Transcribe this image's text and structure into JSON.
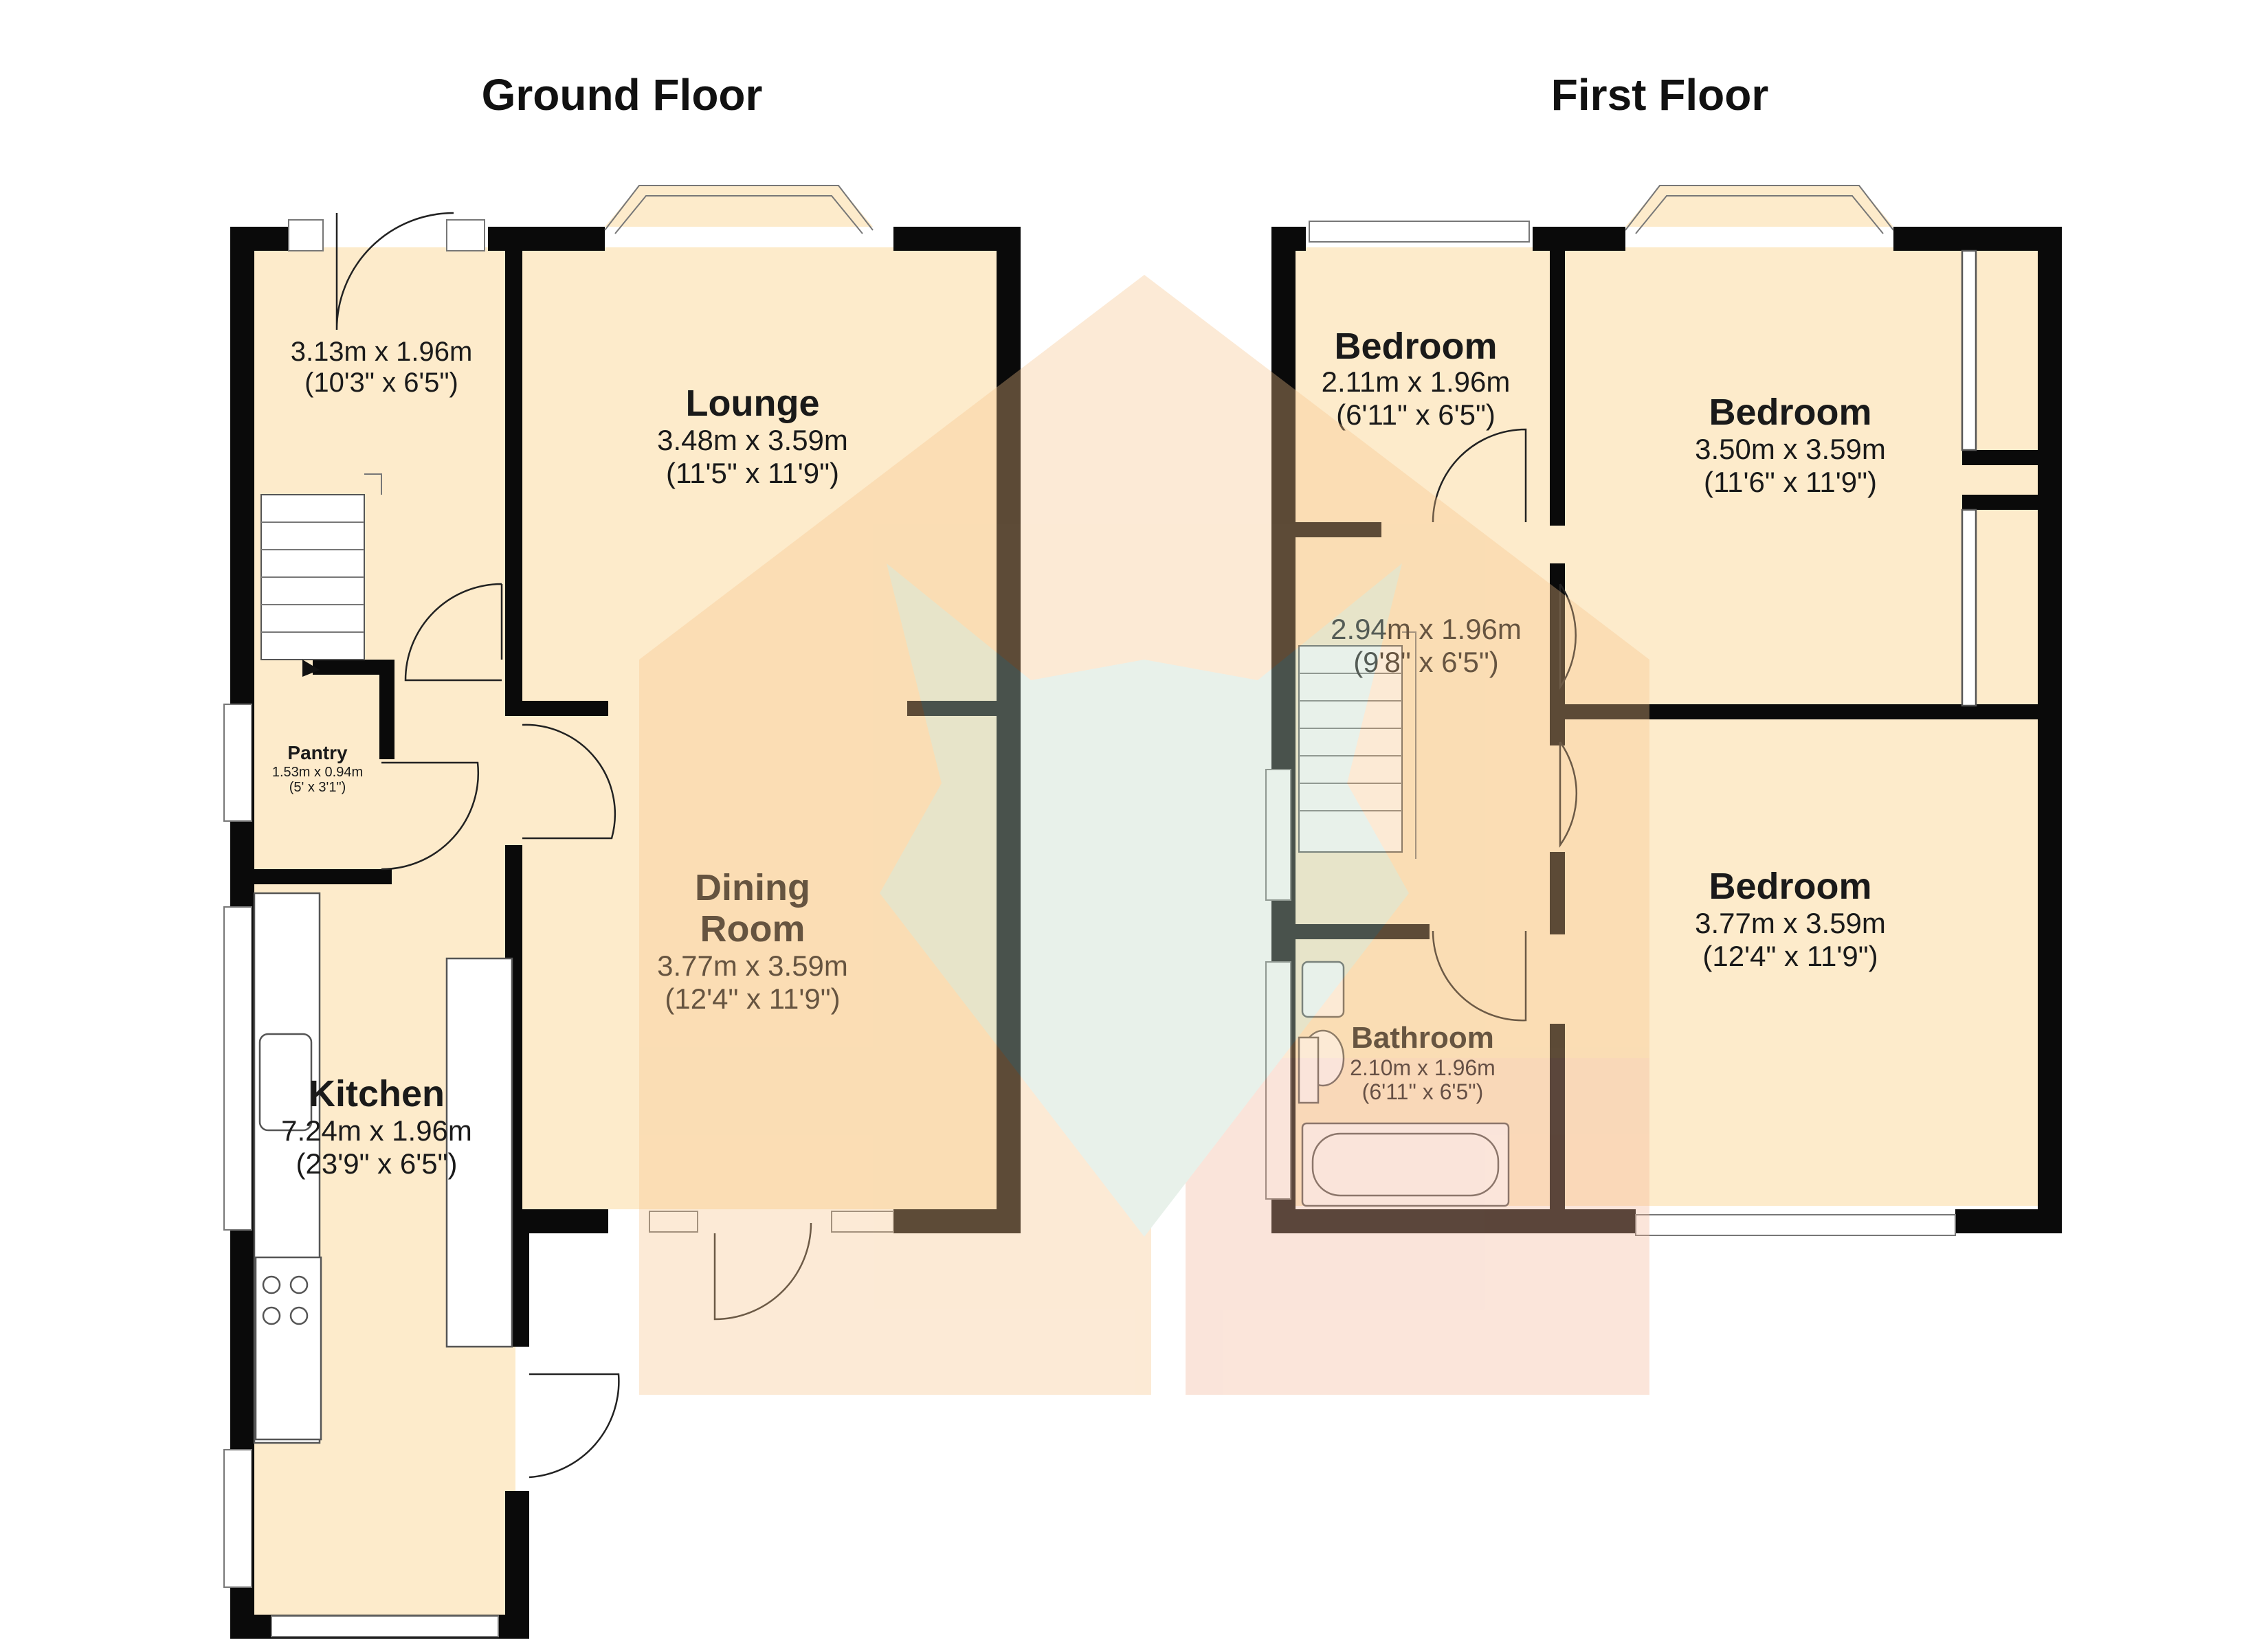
{
  "floors": {
    "ground": {
      "title": "Ground Floor",
      "rooms": {
        "hall": {
          "dim_m": "3.13m x 1.96m",
          "dim_ft": "(10'3\" x 6'5\")"
        },
        "lounge": {
          "name": "Lounge",
          "dim_m": "3.48m x 3.59m",
          "dim_ft": "(11'5\" x 11'9\")"
        },
        "pantry": {
          "name": "Pantry",
          "dim_m": "1.53m x 0.94m",
          "dim_ft": "(5' x 3'1\")"
        },
        "dining": {
          "name_line1": "Dining",
          "name_line2": "Room",
          "dim_m": "3.77m x 3.59m",
          "dim_ft": "(12'4\" x 11'9\")"
        },
        "kitchen": {
          "name": "Kitchen",
          "dim_m": "7.24m x 1.96m",
          "dim_ft": "(23'9\" x 6'5\")"
        }
      }
    },
    "first": {
      "title": "First Floor",
      "rooms": {
        "bedroom_small": {
          "name": "Bedroom",
          "dim_m": "2.11m x 1.96m",
          "dim_ft": "(6'11\" x 6'5\")"
        },
        "bedroom_front": {
          "name": "Bedroom",
          "dim_m": "3.50m x 3.59m",
          "dim_ft": "(11'6\" x 11'9\")"
        },
        "landing": {
          "dim_m": "2.94m x 1.96m",
          "dim_ft": "(9'8\" x 6'5\")"
        },
        "bedroom_rear": {
          "name": "Bedroom",
          "dim_m": "3.77m x 3.59m",
          "dim_ft": "(12'4\" x 11'9\")"
        },
        "bathroom": {
          "name": "Bathroom",
          "dim_m": "2.10m x 1.96m",
          "dim_ft": "(6'11\" x 6'5\")"
        }
      }
    }
  },
  "colors": {
    "wall": "#0a0a0a",
    "room_fill": "#fdebcb",
    "watermark_orange": "#f7c48a",
    "watermark_green": "#bfd8c6"
  },
  "icons": {
    "watermark": "fox-head-logo-icon"
  }
}
